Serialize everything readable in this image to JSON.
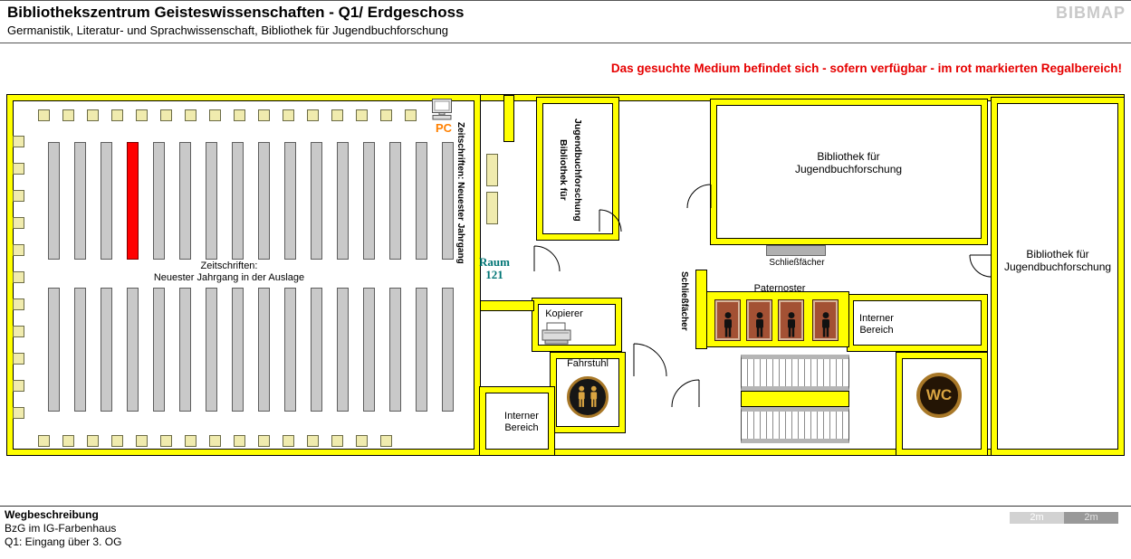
{
  "header": {
    "title": "Bibliothekszentrum Geisteswissenschaften - Q1/ Erdgeschoss",
    "subtitle": "Germanistik, Literatur- und Sprachwissenschaft, Bibliothek für Jugendbuchforschung",
    "logo": "BIBMAP"
  },
  "notice": "Das gesuchte Medium befindet sich - sofern verfügbar -  im rot markierten Regalbereich!",
  "plan": {
    "zeitschriften_center": "Zeitschriften:\nNeuester Jahrgang in der Auslage",
    "zeitschriften_vertical": "Zeitschriften: Neuester Jahrgang",
    "raum": "Raum\n121",
    "bibliothek": "Bibliothek für\nJugendbuchforschung",
    "schliessfaecher": "Schließfächer",
    "paternoster": "Paternoster",
    "interner": "Interner\nBereich",
    "kopierer": "Kopierer",
    "fahrstuhl": "Fahrstuhl",
    "pc": "PC",
    "wc": "WC"
  },
  "footer": {
    "heading": "Wegbeschreibung",
    "line1": "BzG im IG-Farbenhaus",
    "line2": "Q1: Eingang über 3. OG",
    "scale": {
      "left": "2m",
      "right": "2m"
    }
  },
  "colors": {
    "wall": "#FFFF00",
    "shelf": "#C0C0C0",
    "highlight_shelf": "#FF0000",
    "notice_text": "#E60000",
    "raum_text": "#007575",
    "pc_text": "#FF8000",
    "icon_gold": "#D9A441"
  }
}
